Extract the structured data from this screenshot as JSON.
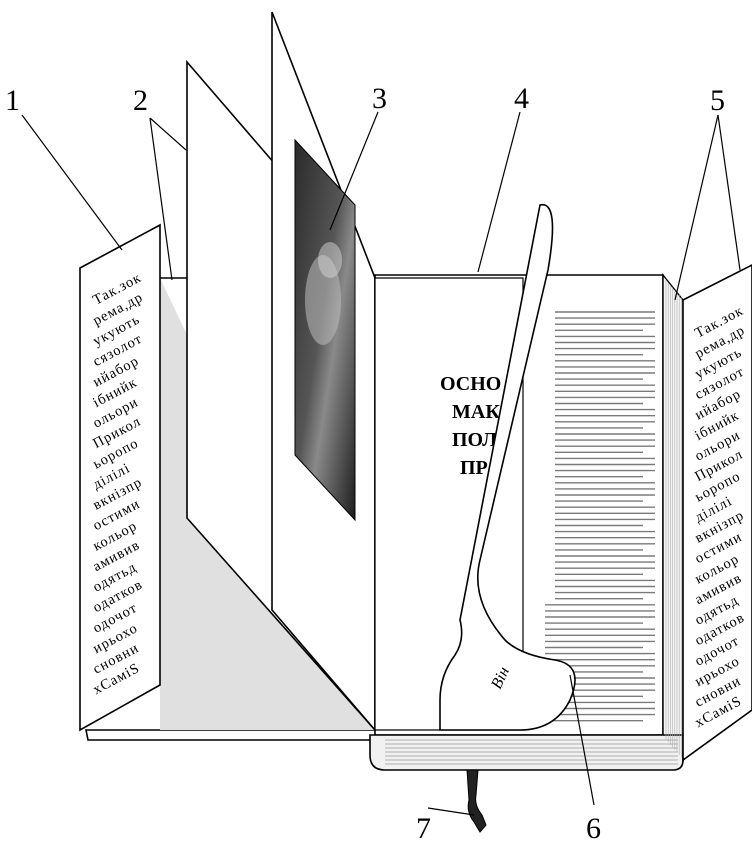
{
  "callouts": [
    "1",
    "2",
    "3",
    "4",
    "5",
    "6",
    "7"
  ],
  "dust_jacket_flap_text": [
    "Так.зок",
    "рема,др",
    "укують",
    "сязолот",
    "ийабор",
    "ібнийк",
    "ольори",
    "Прикол",
    "ьоропо",
    "ділілі",
    "вкнізпр",
    "остими",
    "кольор",
    "амивив",
    "одятьд",
    "одатков",
    "одочот",
    "ирьохо",
    "сновни",
    "хСаміS"
  ],
  "headline_lines": [
    "ОСНО",
    "МАК",
    "ПОЛ",
    "ПР"
  ],
  "folded_page_text": "Він"
}
